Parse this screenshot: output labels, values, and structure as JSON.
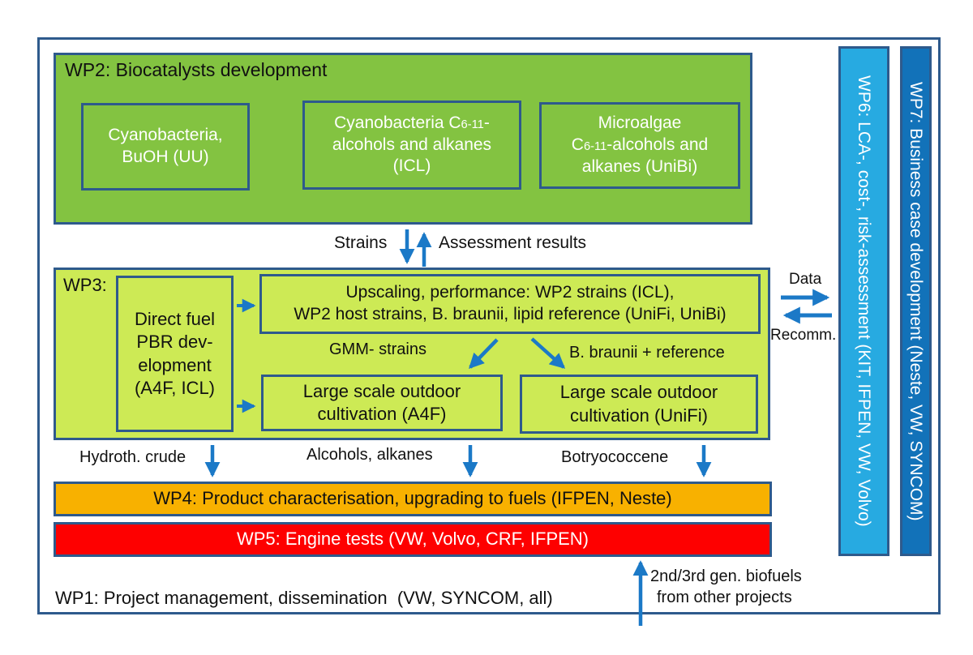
{
  "colors": {
    "navy": "#2e5a8c",
    "wp2_green": "#83c341",
    "wp3_green": "#cdea55",
    "wp4_orange": "#f8b100",
    "wp5_red": "#fe0000",
    "wp6_cyan": "#27aae1",
    "wp7_blue": "#1272b9",
    "arrow": "#1b79c7"
  },
  "wp2": {
    "title": "WP2: Biocatalysts development",
    "boxes": {
      "uu": {
        "l1": "Cyanobacteria,",
        "l2": "BuOH (UU)"
      },
      "icl": {
        "l1pre": "Cyanobacteria C",
        "l1small": "6-11",
        "l1post": "-",
        "l2": "alcohols and alkanes",
        "l3": "(ICL)"
      },
      "unibi": {
        "l1": "Microalgae",
        "l2pre": "C",
        "l2small": "6-11",
        "l2post": "-alcohols and",
        "l3": "alkanes (UniBi)"
      }
    }
  },
  "wp3": {
    "label": "WP3:",
    "direct_fuel": {
      "l1": "Direct fuel",
      "l2": "PBR dev-",
      "l3": "elopment",
      "l4": "(A4F, ICL)"
    },
    "upscaling": {
      "l1": "Upscaling, performance: WP2 strains (ICL),",
      "l2": "WP2 host strains, B. braunii, lipid reference (UniFi, UniBi)"
    },
    "outdoor_a4f": {
      "l1": "Large scale outdoor",
      "l2": "cultivation (A4F)"
    },
    "outdoor_unifi": {
      "l1": "Large scale outdoor",
      "l2": "cultivation (UniFi)"
    }
  },
  "wp4": {
    "label": "WP4: Product characterisation, upgrading to fuels (IFPEN, Neste)"
  },
  "wp5": {
    "label": "WP5: Engine tests (VW, Volvo, CRF, IFPEN)"
  },
  "wp1": {
    "label": "WP1: Project management, dissemination  (VW, SYNCOM, all)"
  },
  "wp6": {
    "label": "WP6: LCA-, cost-, risk-assessment (KIT, IFPEN, VW, Volvo)"
  },
  "wp7": {
    "label": "WP7: Business case development (Neste, VW, SYNCOM)"
  },
  "flows": {
    "strains": "Strains",
    "assessment": "Assessment results",
    "data": "Data",
    "recomm": "Recomm.",
    "gmm": "GMM- strains",
    "braunii": "B. braunii + reference",
    "hydroth": "Hydroth. crude",
    "alcohols": "Alcohols, alkanes",
    "botryococcene": "Botryococcene",
    "gen_l1": "2nd/3rd gen. biofuels",
    "gen_l2": "from other projects"
  }
}
